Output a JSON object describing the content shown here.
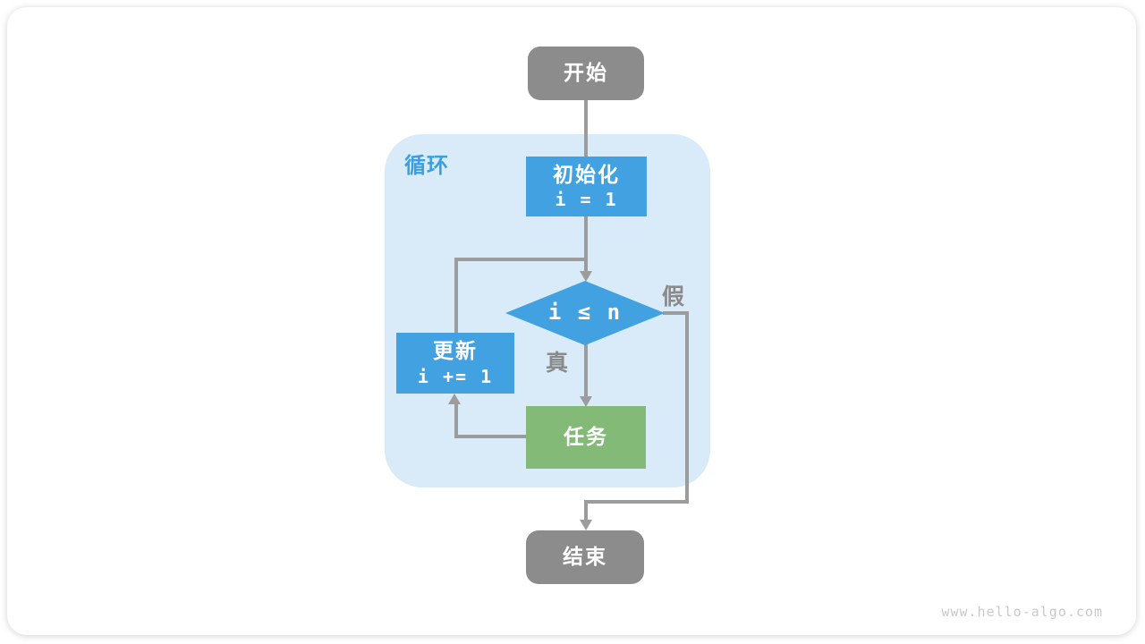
{
  "diagram": {
    "loop_label": "循环",
    "nodes": {
      "start": {
        "label": "开始"
      },
      "init": {
        "label": "初始化",
        "code": "i = 1"
      },
      "cond": {
        "label": "i ≤ n"
      },
      "update": {
        "label": "更新",
        "code": "i += 1"
      },
      "task": {
        "label": "任务"
      },
      "end": {
        "label": "结束"
      }
    },
    "edge_labels": {
      "true_label": "真",
      "false_label": "假"
    }
  },
  "watermark": "www.hello-algo.com",
  "colors": {
    "blue": "#41A1E1",
    "light_blue": "#D9EAF8",
    "green": "#83BA77",
    "gray": "#8C8C8C",
    "line": "#9C9C9C",
    "label_gray": "#8A8A8A",
    "loop_label_blue": "#3D9FDC"
  }
}
